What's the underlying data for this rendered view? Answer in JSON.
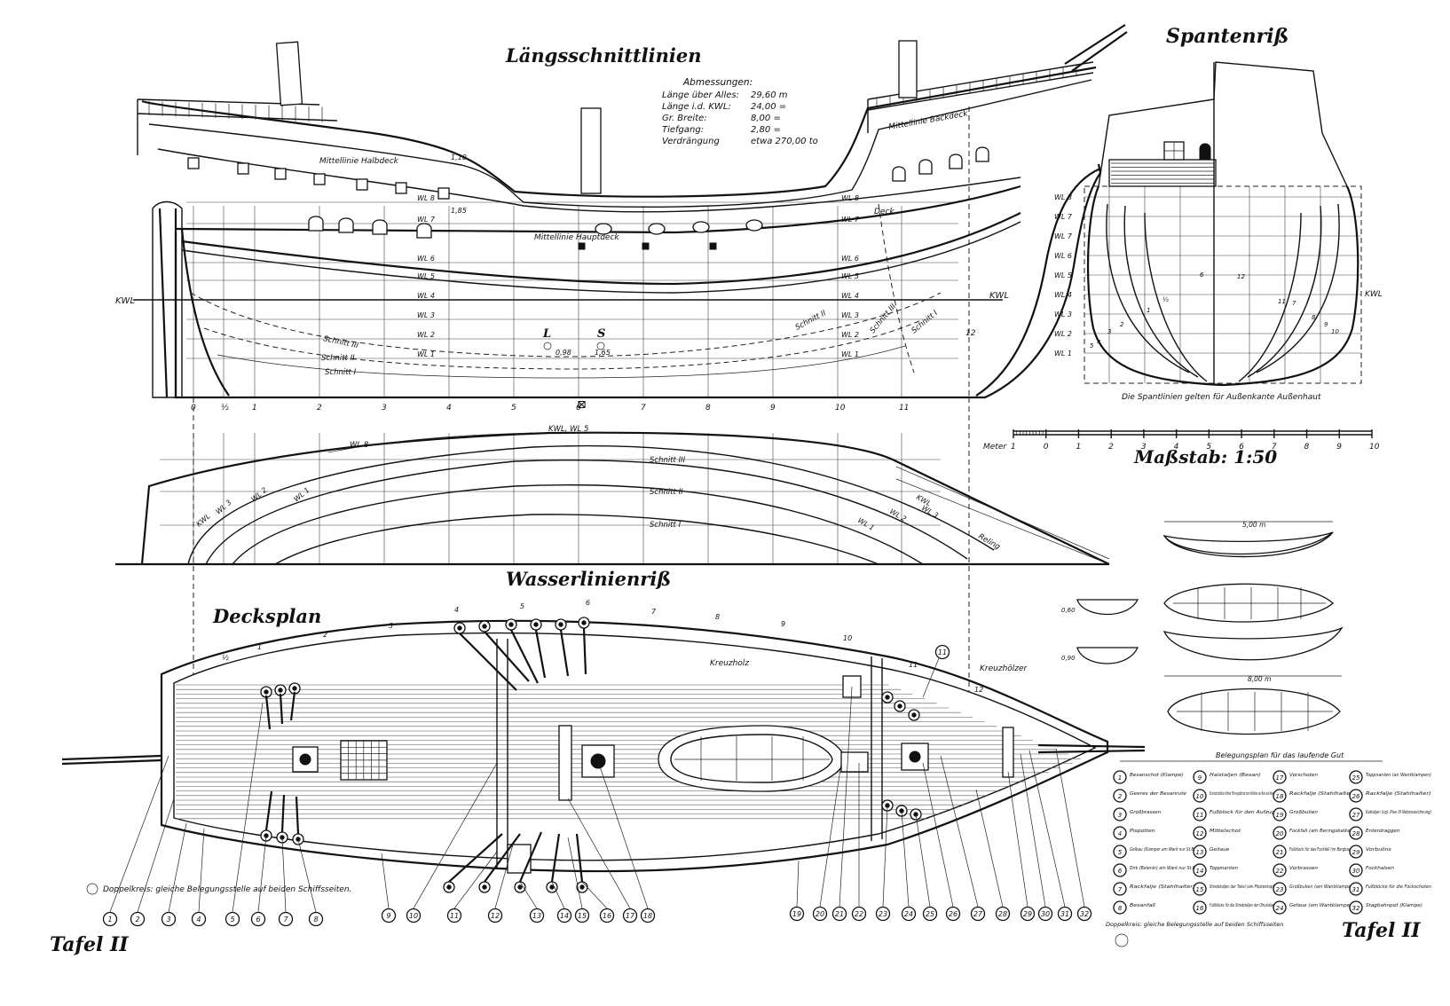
{
  "titles": {
    "longitudinal": "Längsschnittlinien",
    "body_plan": "Spantenriß",
    "waterline": "Wasserlinienriß",
    "deck_plan": "Decksplan",
    "plate_left": "Tafel II",
    "plate_right": "Tafel II",
    "scale": "Maßstab: 1:50"
  },
  "dimensions": {
    "heading": "Abmessungen:",
    "rows": [
      {
        "label": "Länge über Alles:",
        "value": "29,60 m"
      },
      {
        "label": "Länge i.d. KWL:",
        "value": "24,00 ="
      },
      {
        "label": "Gr. Breite:",
        "value": "8,00 ="
      },
      {
        "label": "Tiefgang:",
        "value": "2,80 ="
      },
      {
        "label": "Verdrängung",
        "value": "etwa 270,00 to"
      }
    ]
  },
  "profile_labels": {
    "halbdeck": "Mittellinie Halbdeck",
    "hauptdeck": "Mittellinie Hauptdeck",
    "backdeck": "Mittellinie Backdeck",
    "kwl_left": "KWL",
    "kwl_right": "KWL",
    "deck": "Deck",
    "h1": "1,10",
    "h2": "1,85",
    "l_mark": "L",
    "s_mark": "S",
    "l_val": "0,98",
    "s_val": "1,65",
    "schnitt3": "Schnitt III",
    "schnitt2": "Schnitt II",
    "schnitt1": "Schnitt I",
    "schnitt2_fwd": "Schnitt II",
    "schnitt3_fwd": "Schnitt III",
    "schnitt1_fwd": "Schnitt I",
    "frame12": "12",
    "midship": "⊠",
    "waterlines_left": [
      "WL 8",
      "WL 7",
      "WL 6",
      "WL 5",
      "WL 4",
      "WL 3",
      "WL 2",
      "WL 1"
    ],
    "waterlines_right": [
      "WL 8",
      "WL 7",
      "WL 6",
      "WL 5",
      "WL 4",
      "WL 3",
      "WL 2",
      "WL 1"
    ],
    "stations": [
      "0",
      "½",
      "1",
      "2",
      "3",
      "4",
      "5",
      "6",
      "7",
      "8",
      "9",
      "10",
      "11"
    ]
  },
  "body_plan_labels": {
    "waterlines": [
      "WL 8",
      "WL 7",
      "WL 7",
      "WL 6",
      "WL 5",
      "WL 4",
      "WL 3",
      "WL 2",
      "WL 1"
    ],
    "kwl": "KWL",
    "note": "Die Spantlinien gelten für Außenkante Außenhaut",
    "frame_numbers": [
      "1",
      "2",
      "3",
      "4",
      "5",
      "6",
      "7",
      "8",
      "9",
      "10",
      "11",
      "12",
      "½"
    ]
  },
  "scale_bar": {
    "unit": "Meter",
    "ticks": [
      "1",
      "0",
      "1",
      "2",
      "3",
      "4",
      "5",
      "6",
      "7",
      "8",
      "9",
      "10"
    ]
  },
  "waterline_plan_labels": {
    "top": "KWL, WL 5",
    "wl8": "WL 8",
    "schnitt3": "Schnitt III",
    "schnitt2": "Schnitt II",
    "schnitt1": "Schnitt I",
    "left_curves": [
      "KWL",
      "WL 3",
      "WL 2",
      "WL 1"
    ],
    "right_curves": [
      "KWL",
      "WL 2",
      "WL 1",
      "WL 3"
    ],
    "reling": "Reling"
  },
  "deck_plan_labels": {
    "kreuzholz": "Kreuzholz",
    "kreuzhoelzer": "Kreuzhölzer",
    "stations_top": [
      "½",
      "1",
      "2",
      "3",
      "4",
      "5",
      "6",
      "7",
      "8",
      "9",
      "10",
      "11",
      "12"
    ],
    "doppelkreis_note": "Doppelkreis: gleiche Belegungsstelle auf beiden Schiffsseiten."
  },
  "callouts": [
    "1",
    "2",
    "3",
    "4",
    "5",
    "6",
    "7",
    "8",
    "9",
    "10",
    "11",
    "12",
    "13",
    "14",
    "15",
    "16",
    "17",
    "18",
    "19",
    "20",
    "21",
    "22",
    "23",
    "24",
    "25",
    "26",
    "27",
    "28",
    "29",
    "30",
    "31",
    "32"
  ],
  "boats": {
    "length_small": "5,00 m",
    "length_large": "8,00 m",
    "dim1": "0,60",
    "dim2": "0,90"
  },
  "legend": {
    "title": "Belegungsplan für das laufende Gut",
    "items": [
      {
        "n": "1",
        "text": "Besanschot (Klampe)"
      },
      {
        "n": "2",
        "text": "Geeres der Besanrute"
      },
      {
        "n": "3",
        "text": "Großbrassen"
      },
      {
        "n": "4",
        "text": "Pispotten"
      },
      {
        "n": "5",
        "text": "Gelbau (Klamper am Want nur St.B)"
      },
      {
        "n": "6",
        "text": "Dirk (Belenin) am Want nur St.B"
      },
      {
        "n": "7",
        "text": "Rackfalje (Stahlhalter)"
      },
      {
        "n": "8",
        "text": "Besanfall"
      },
      {
        "n": "9",
        "text": "Halstaljen (Besan)"
      },
      {
        "n": "10",
        "text": "Einnstocksblöcke (offene Führungsblöcke zum Aufholen von Rah und Anker)"
      },
      {
        "n": "11",
        "text": "Fußblock für den Aufzug"
      },
      {
        "n": "12",
        "text": "Mittelschot"
      },
      {
        "n": "13",
        "text": "Geitaue"
      },
      {
        "n": "14",
        "text": "Toppnanten"
      },
      {
        "n": "15",
        "text": "Stredstaljen der Takel (am Pfostenkopf)"
      },
      {
        "n": "16",
        "text": "Fußblöcke für die Stredstaljen der Ofruslaljen"
      },
      {
        "n": "17",
        "text": "Vorschoten"
      },
      {
        "n": "18",
        "text": "Rackfalje (Stahlhalter)"
      },
      {
        "n": "19",
        "text": "Großbulien"
      },
      {
        "n": "20",
        "text": "Fockfall (am Beringsbalken)"
      },
      {
        "n": "21",
        "text": "Fußblock für das Fockfall (im Bergbaum)"
      },
      {
        "n": "22",
        "text": "Vorbrassen"
      },
      {
        "n": "23",
        "text": "Großbulien (am Wantklampen)"
      },
      {
        "n": "24",
        "text": "Gefaue (am Wantklampen)"
      },
      {
        "n": "25",
        "text": "Toppnanten (an Wantklampen)"
      },
      {
        "n": "26",
        "text": "Rackfalje (Stahlhalter)"
      },
      {
        "n": "27",
        "text": "Kattaljen (vgl. Plan III Nebenzeichnung)"
      },
      {
        "n": "28",
        "text": "Enterdraggen"
      },
      {
        "n": "29",
        "text": "Vorbulins"
      },
      {
        "n": "30",
        "text": "Fockhalsen"
      },
      {
        "n": "31",
        "text": "Fußblöcke für die Fockschoten"
      },
      {
        "n": "32",
        "text": "Stagbahnpot (Klampe)"
      }
    ],
    "footnote": "Doppelkreis: gleiche Belegungsstelle auf beiden Schiffsseiten"
  }
}
